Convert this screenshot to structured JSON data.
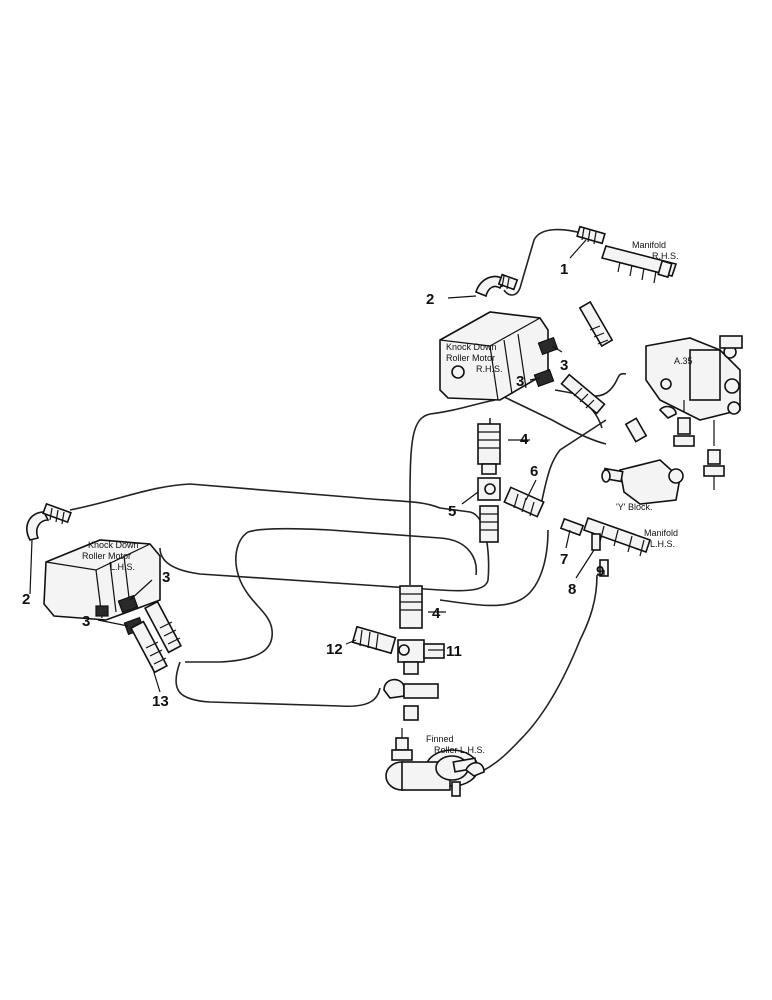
{
  "labels": {
    "manifold_rhs": [
      "Manifold",
      "R.H.S."
    ],
    "motor_rhs": [
      "Knock Down",
      "Roller Motor",
      "R.H.S."
    ],
    "motor_lhs": [
      "Knock Down",
      "Roller Motor",
      "L.H.S."
    ],
    "a35": "A.35",
    "y_block": "'Y' Block.",
    "manifold_lhs": [
      "Manifold",
      "L.H.S."
    ],
    "finned_roller": [
      "Finned",
      "Roller L.H.S."
    ]
  },
  "callouts": [
    "1",
    "2",
    "2",
    "3",
    "3",
    "3",
    "3",
    "4",
    "4",
    "5",
    "6",
    "7",
    "8",
    "9",
    "11",
    "12",
    "13"
  ]
}
